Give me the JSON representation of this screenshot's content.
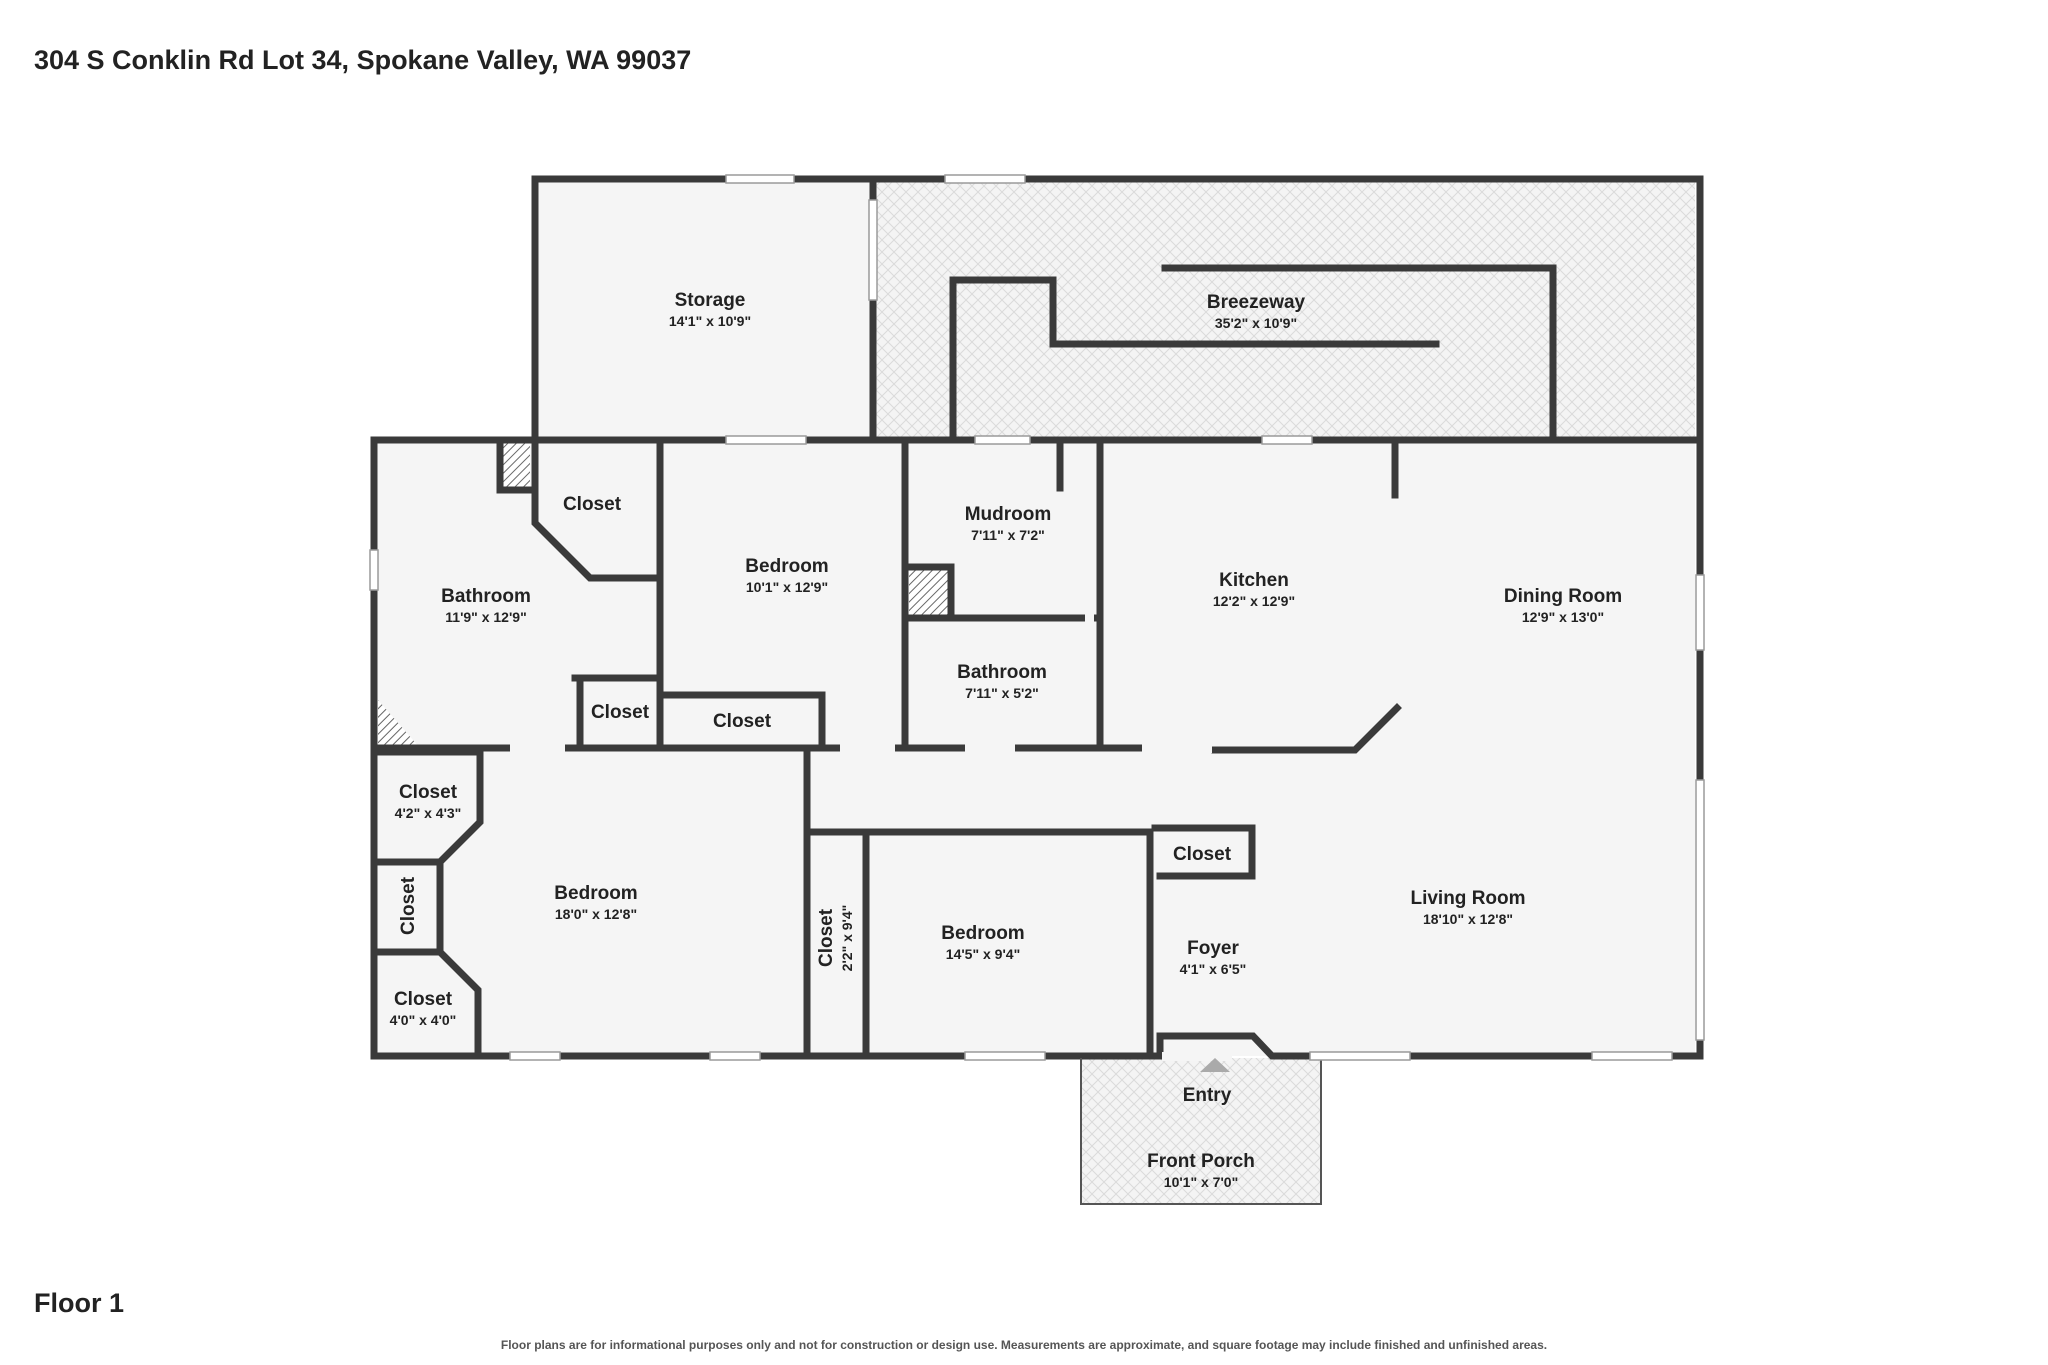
{
  "header": {
    "address": "304 S Conklin Rd Lot 34, Spokane Valley, WA 99037"
  },
  "footer": {
    "floor": "Floor 1",
    "disclaimer": "Floor plans are for informational purposes only and not for construction or design use. Measurements are approximate, and square footage may include finished and unfinished areas."
  },
  "rooms": {
    "storage": {
      "name": "Storage",
      "dims": "14'1\" x 10'9\""
    },
    "breezeway": {
      "name": "Breezeway",
      "dims": "35'2\" x 10'9\""
    },
    "closet_top": {
      "name": "Closet"
    },
    "bathroom_left": {
      "name": "Bathroom",
      "dims": "11'9\" x 12'9\""
    },
    "closet_small": {
      "name": "Closet"
    },
    "bedroom_top": {
      "name": "Bedroom",
      "dims": "10'1\" x 12'9\""
    },
    "closet_bedroom_top": {
      "name": "Closet"
    },
    "mudroom": {
      "name": "Mudroom",
      "dims": "7'11\" x 7'2\""
    },
    "bathroom_mid": {
      "name": "Bathroom",
      "dims": "7'11\" x 5'2\""
    },
    "kitchen": {
      "name": "Kitchen",
      "dims": "12'2\" x 12'9\""
    },
    "dining": {
      "name": "Dining Room",
      "dims": "12'9\" x 13'0\""
    },
    "closet_a": {
      "name": "Closet",
      "dims": "4'2\" x 4'3\""
    },
    "closet_b": {
      "name": "Closet"
    },
    "closet_c": {
      "name": "Closet",
      "dims": "4'0\" x 4'0\""
    },
    "bedroom_main": {
      "name": "Bedroom",
      "dims": "18'0\" x 12'8\""
    },
    "closet_vertical": {
      "name": "Closet",
      "dims": "2'2\" x 9'4\""
    },
    "bedroom_small": {
      "name": "Bedroom",
      "dims": "14'5\" x 9'4\""
    },
    "closet_foyer": {
      "name": "Closet"
    },
    "foyer": {
      "name": "Foyer",
      "dims": "4'1\" x 6'5\""
    },
    "living": {
      "name": "Living Room",
      "dims": "18'10\" x 12'8\""
    },
    "entry": {
      "name": "Entry"
    },
    "porch": {
      "name": "Front Porch",
      "dims": "10'1\" x 7'0\""
    }
  }
}
